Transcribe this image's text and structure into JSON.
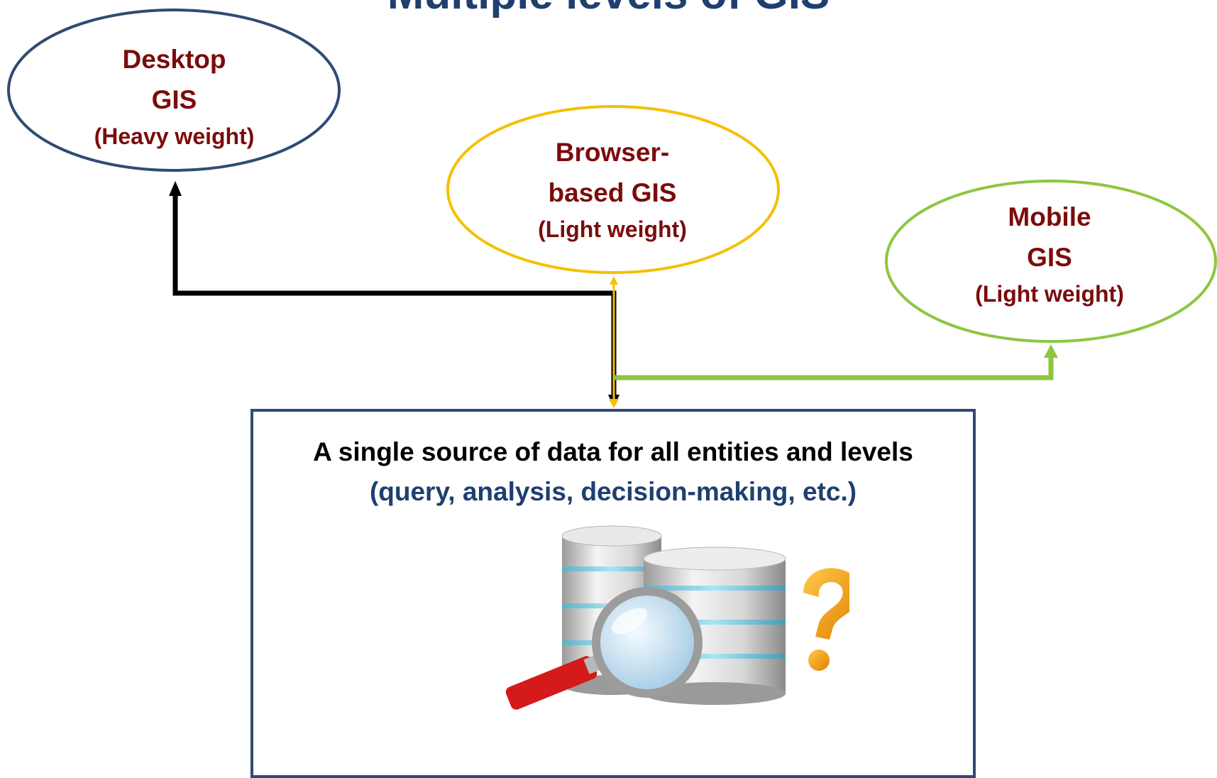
{
  "title": "Multiple levels of GIS",
  "nodes": {
    "desktop": {
      "line1": "Desktop",
      "line2": "GIS",
      "line3": "(Heavy weight)",
      "border_color": "#2e4b73"
    },
    "browser": {
      "line1": "Browser-",
      "line2": "based GIS",
      "line3": "(Light weight)",
      "border_color": "#f5c000"
    },
    "mobile": {
      "line1": "Mobile",
      "line2": "GIS",
      "line3": "(Light weight)",
      "border_color": "#8dc640"
    }
  },
  "source": {
    "line1": "A single source of data for all entities and levels",
    "line2": "(query, analysis, decision-making, etc.)",
    "illustration": [
      "database-stack-icon",
      "magnifying-glass-icon",
      "question-mark-icon"
    ]
  },
  "colors": {
    "node_text": "#7b0c0c",
    "title": "#1f3f6e",
    "desktop_connector": "#000000",
    "browser_connector": "#f5c000",
    "mobile_connector": "#8dc640"
  }
}
